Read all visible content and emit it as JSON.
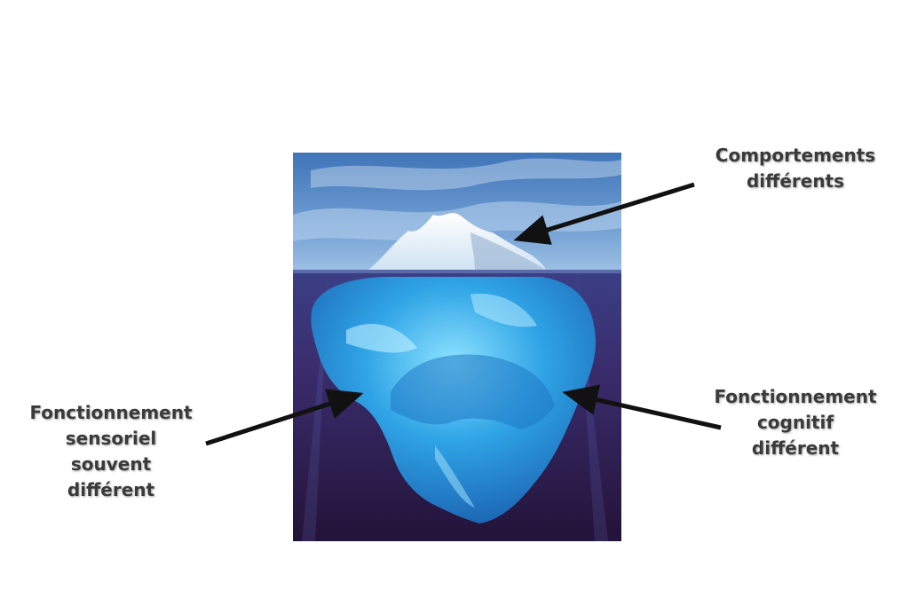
{
  "diagram": {
    "image_subject": "iceberg",
    "labels": {
      "top_right": "Comportements\ndifférents",
      "left": "Fonctionnement\nsensoriel\nsouvent\ndifférent",
      "right": "Fonctionnement\ncognitif\ndifférent"
    },
    "colors": {
      "label_text": "#3a3a3a",
      "arrow": "#111111",
      "sky_top": "#3f74b8",
      "sea_deep": "#2a1746",
      "ice_underwater": "#2f9be0"
    }
  }
}
